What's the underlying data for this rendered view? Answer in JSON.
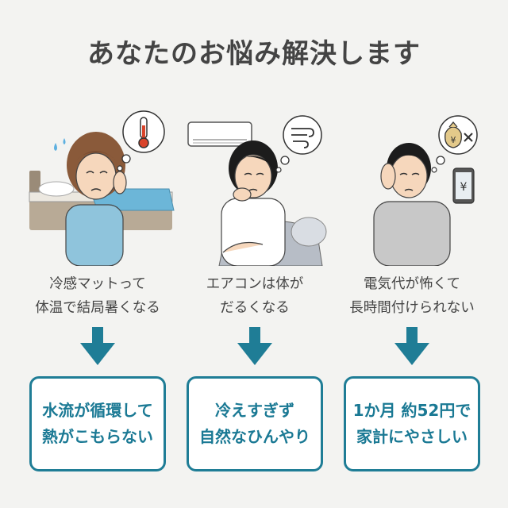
{
  "title": "あなたのお悩み解決します",
  "accent_color": "#1f7d96",
  "columns": [
    {
      "icon": "thermometer-thought-icon",
      "problem_lines": [
        "冷感マットって",
        "体温で結局暑くなる"
      ],
      "solution_lines": [
        "水流が循環して",
        "熱がこもらない"
      ]
    },
    {
      "icon": "air-conditioner-wind-thought-icon",
      "problem_lines": [
        "エアコンは体が",
        "だるくなる"
      ],
      "solution_lines": [
        "冷えすぎず",
        "自然なひんやり"
      ]
    },
    {
      "icon": "money-bag-yen-thought-icon",
      "problem_lines": [
        "電気代が怖くて",
        "長時間付けられない"
      ],
      "solution_lines": [
        "1か月 約52円で",
        "家計にやさしい"
      ]
    }
  ]
}
